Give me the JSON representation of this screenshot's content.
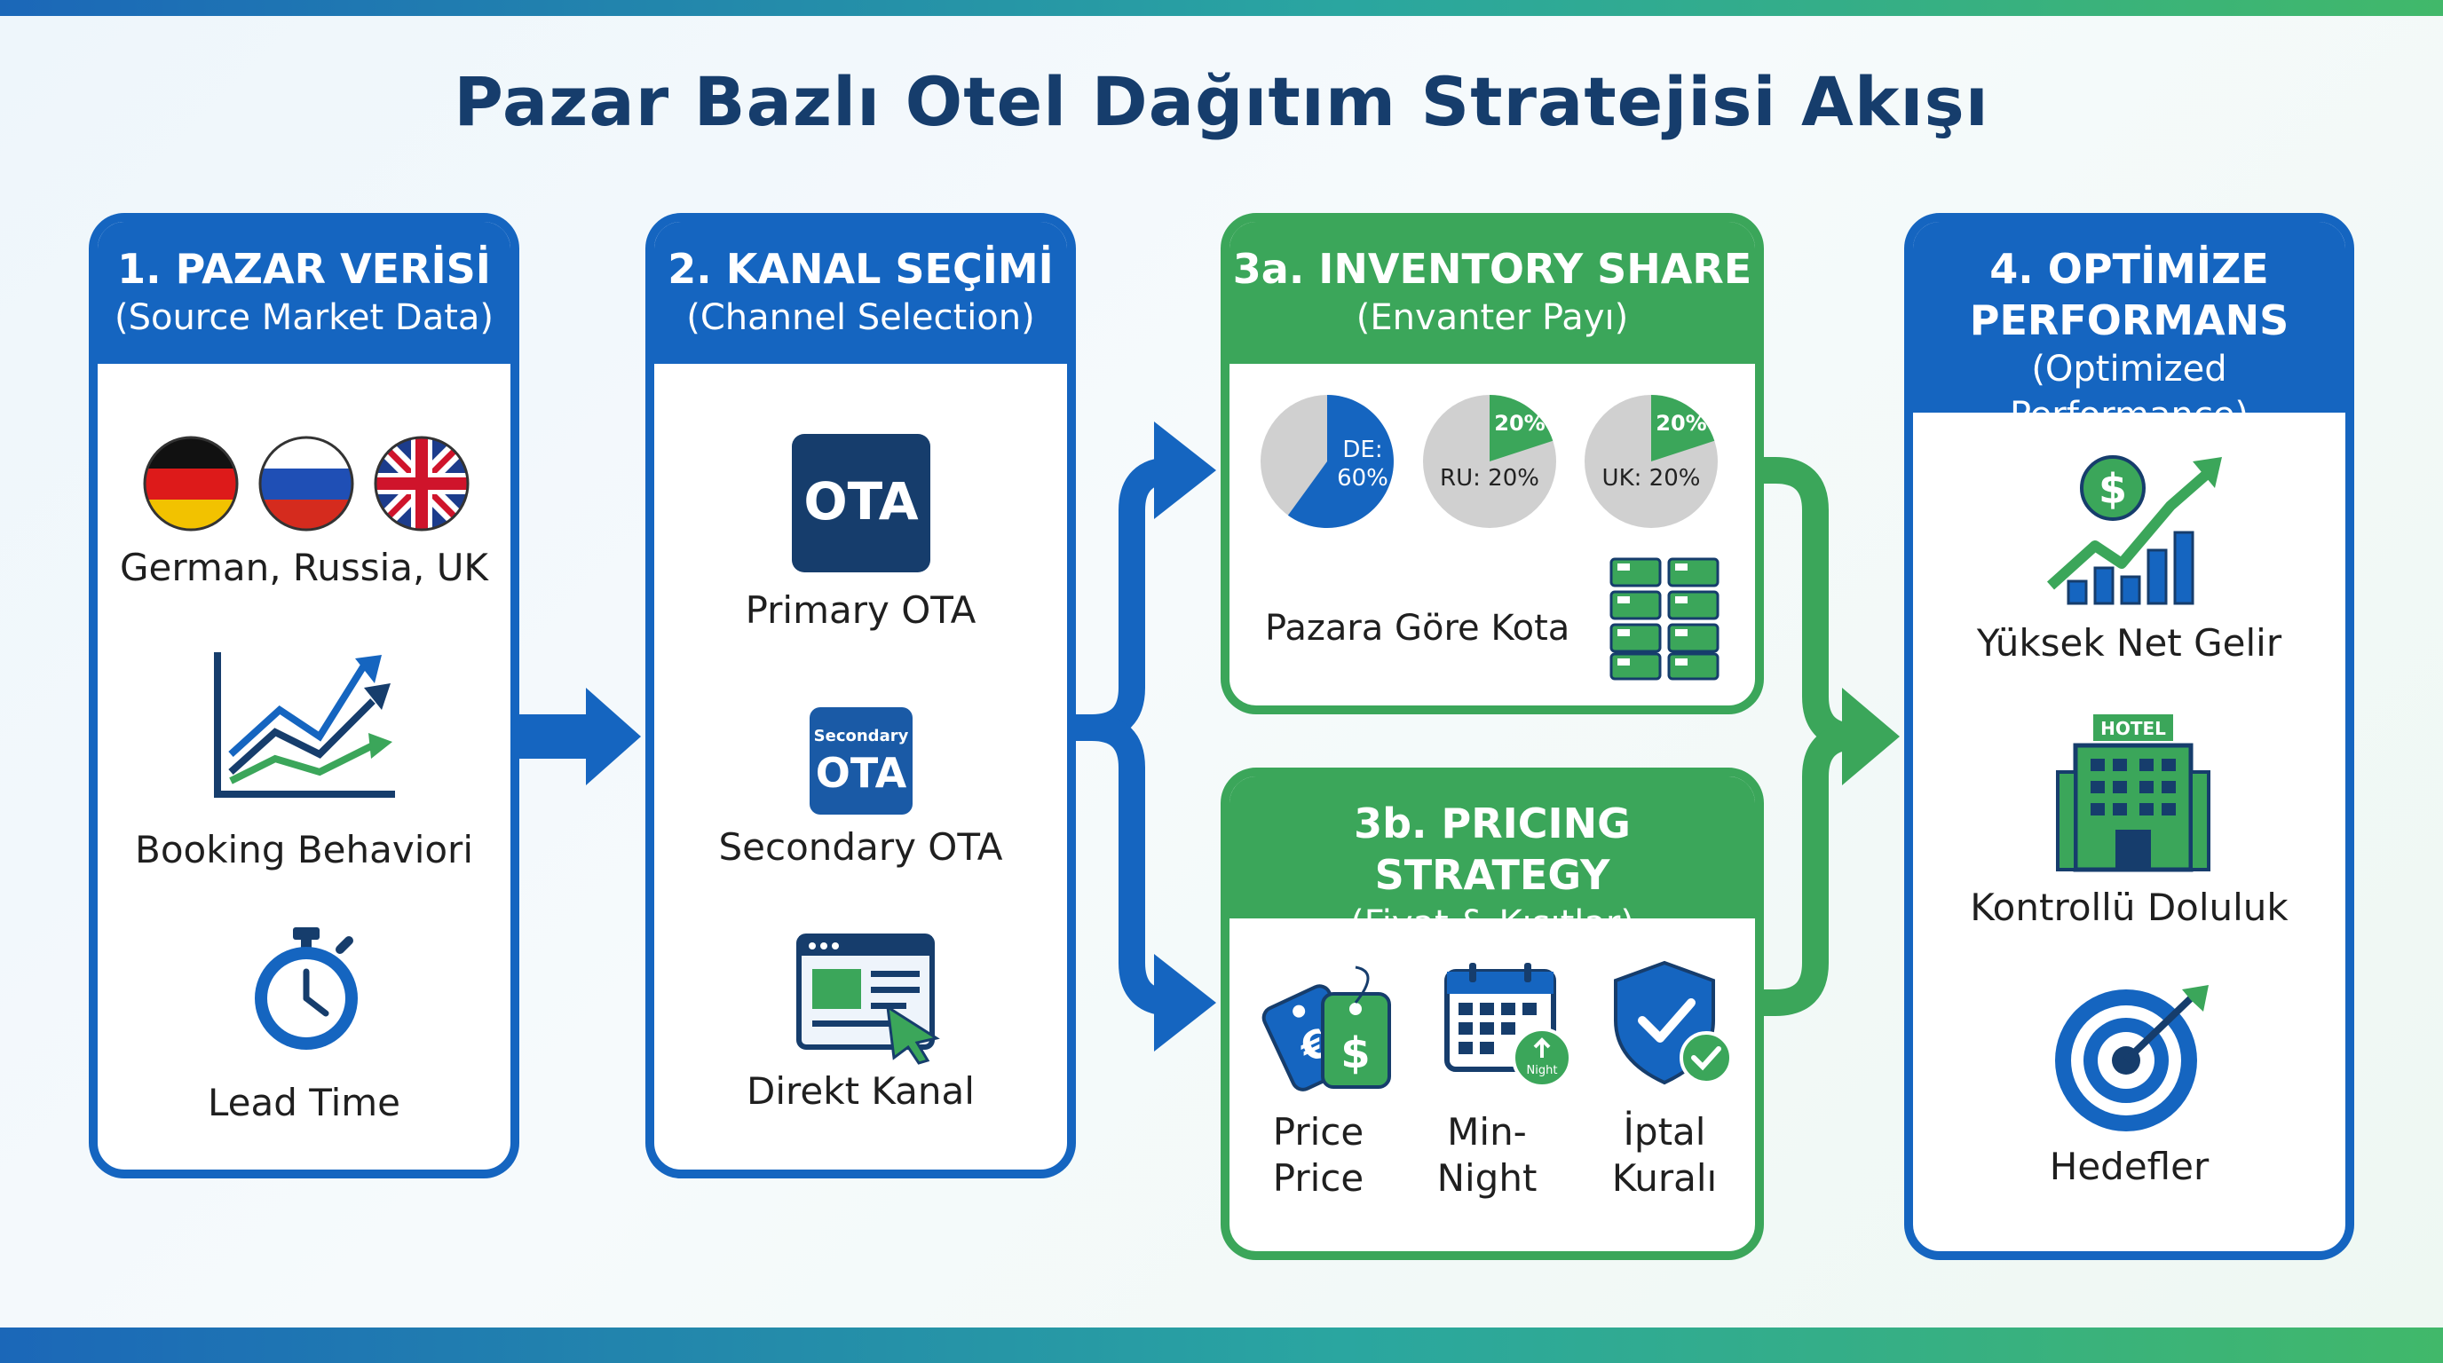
{
  "title": "Pazar Bazlı Otel Dağıtım Stratejisi Akışı",
  "colors": {
    "blue": "#1565c0",
    "green": "#3ba65a",
    "dark_blue": "#163d6c"
  },
  "panels": {
    "market": {
      "heading": "1. PAZAR VERİSİ",
      "subheading": "(Source Market Data)",
      "items": [
        {
          "label": "German, Russia, UK",
          "icon": "flags-icon"
        },
        {
          "label": "Booking Behaviori",
          "icon": "trend-chart-icon"
        },
        {
          "label": "Lead Time",
          "icon": "stopwatch-icon"
        }
      ]
    },
    "channel": {
      "heading": "2. KANAL SEÇİMİ",
      "subheading": "(Channel Selection)",
      "items": [
        {
          "label": "Primary OTA",
          "icon": "ota-icon",
          "badge": "OTA"
        },
        {
          "label": "Secondary OTA",
          "icon": "secondary-ota-icon",
          "badge_small": "Secondary",
          "badge": "OTA"
        },
        {
          "label": "Direkt Kanal",
          "icon": "browser-click-icon"
        }
      ]
    },
    "inventory": {
      "heading": "3a. INVENTORY SHARE",
      "subheading": "(Envanter Payı)",
      "pies": [
        {
          "label_top": "DE:",
          "label_bottom": "60%",
          "share": 0.6,
          "color": "#1565c0"
        },
        {
          "label": "RU: 20%",
          "badge": "20%",
          "share": 0.2,
          "color": "#3ba65a"
        },
        {
          "label": "UK: 20%",
          "badge": "20%",
          "share": 0.2,
          "color": "#3ba65a"
        }
      ],
      "quota_label": "Pazara Göre Kota",
      "quota_icon": "beds-icon"
    },
    "pricing": {
      "heading": "3b. PRICING STRATEGY",
      "subheading": "(Fiyat & Kısıtlar)",
      "items": [
        {
          "line1": "Price",
          "line2": "Price",
          "icon": "price-tags-icon"
        },
        {
          "line1": "Min-",
          "line2": "Night",
          "icon": "calendar-icon",
          "badge": "Night"
        },
        {
          "line1": "İptal",
          "line2": "Kuralı",
          "icon": "shield-check-icon"
        }
      ]
    },
    "performance": {
      "heading_line1": "4. OPTİMİZE",
      "heading_line2": "PERFORMANS",
      "subheading": "(Optimized Performance)",
      "items": [
        {
          "label": "Yüksek Net Gelir",
          "icon": "revenue-growth-icon"
        },
        {
          "label": "Kontrollü Doluluk",
          "icon": "hotel-icon",
          "badge": "HOTEL"
        },
        {
          "label": "Hedefler",
          "icon": "target-icon"
        }
      ]
    }
  }
}
